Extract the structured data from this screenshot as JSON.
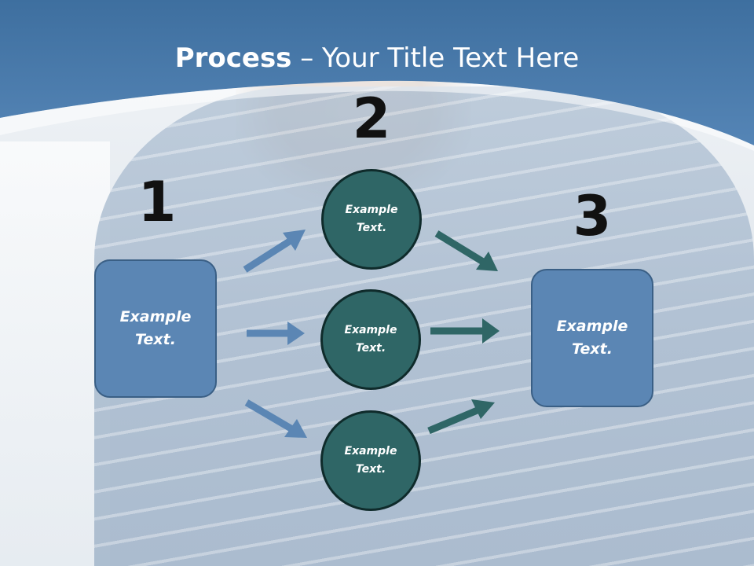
{
  "title": {
    "bold": "Process",
    "rest": " – Your Title Text Here"
  },
  "steps": {
    "one": "1",
    "two": "2",
    "three": "3"
  },
  "nodes": {
    "left_box": "Example Text.",
    "circle_top": "Example Text.",
    "circle_middle": "Example Text.",
    "circle_bottom": "Example Text.",
    "right_box": "Example Text."
  },
  "colors": {
    "header_blue": "#4a78a8",
    "box_fill": "#5b86b4",
    "circle_fill": "#2f6666",
    "arrow_blue": "#5b86b4",
    "arrow_teal": "#2f6666"
  }
}
